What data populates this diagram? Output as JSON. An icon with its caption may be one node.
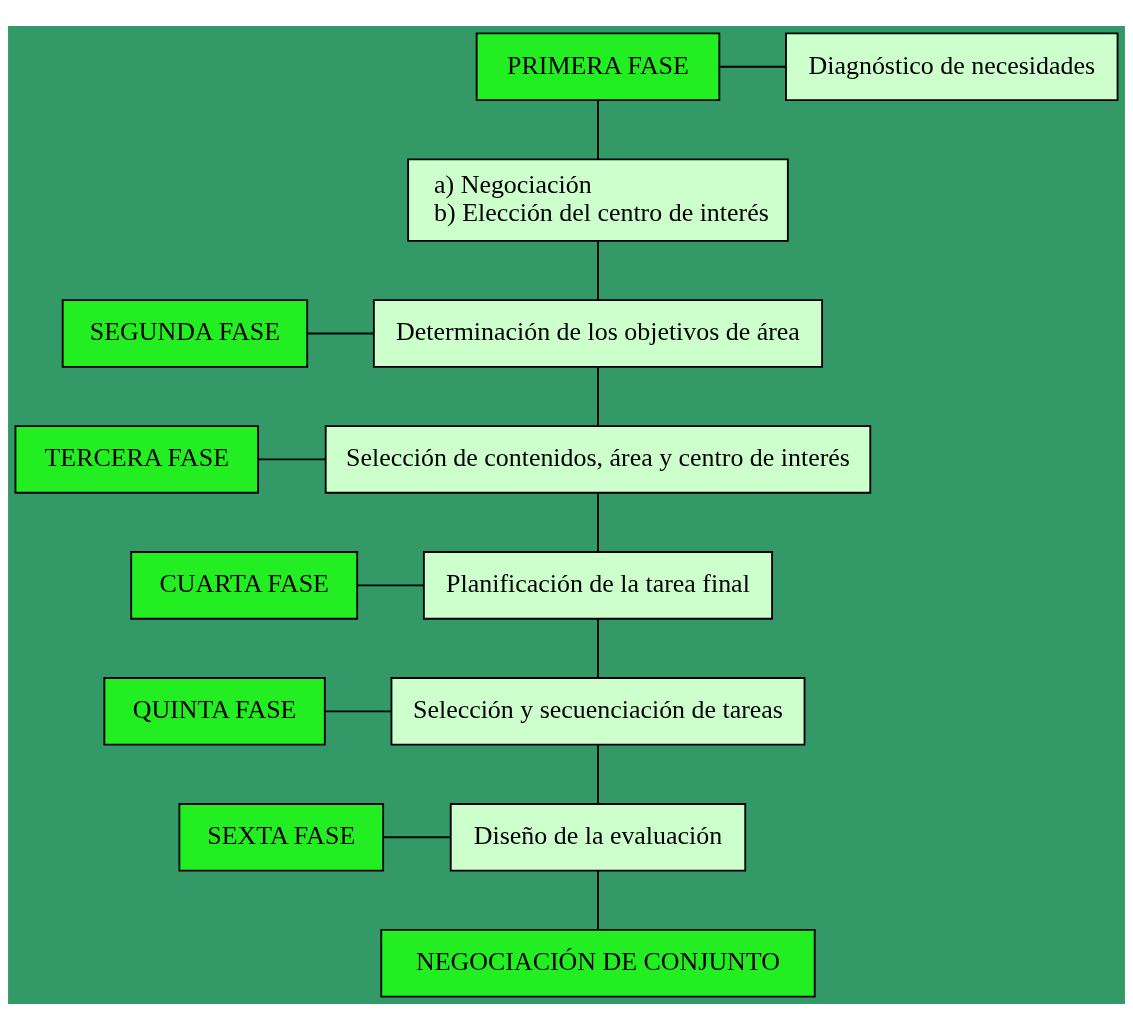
{
  "diagram": {
    "nodes": [
      {
        "text": [
          "Diagnóstico de necesidades"
        ]
      },
      {
        "text": [
          "PRIMERA FASE"
        ]
      },
      {
        "text": [
          "a) Negociación",
          "b) Elección del centro de interés"
        ]
      },
      {
        "text": [
          "SEGUNDA FASE"
        ]
      },
      {
        "text": [
          "Determinación de los objetivos de área"
        ]
      },
      {
        "text": [
          "TERCERA FASE"
        ]
      },
      {
        "text": [
          "Selección de contenidos, área y centro de interés"
        ]
      },
      {
        "text": [
          "CUARTA FASE"
        ]
      },
      {
        "text": [
          "Planificación de la tarea final"
        ]
      },
      {
        "text": [
          "QUINTA FASE"
        ]
      },
      {
        "text": [
          "Selección y secuenciación de tareas"
        ]
      },
      {
        "text": [
          "SEXTA FASE"
        ]
      },
      {
        "text": [
          "Diseño de la evaluación"
        ]
      },
      {
        "text": [
          "NEGOCIACIÓN DE CONJUNTO"
        ]
      }
    ],
    "edges": [
      {
        "from": 1,
        "to": 0,
        "arrow": "none"
      },
      {
        "from": 1,
        "to": 2,
        "arrow": "none"
      },
      {
        "from": 2,
        "to": 4,
        "arrow": "none"
      },
      {
        "from": 3,
        "to": 4,
        "arrow": "none"
      },
      {
        "from": 4,
        "to": 6,
        "arrow": "none"
      },
      {
        "from": 5,
        "to": 6,
        "arrow": "none"
      },
      {
        "from": 6,
        "to": 8,
        "arrow": "none"
      },
      {
        "from": 7,
        "to": 8,
        "arrow": "none"
      },
      {
        "from": 8,
        "to": 10,
        "arrow": "none"
      },
      {
        "from": 9,
        "to": 10,
        "arrow": "none"
      },
      {
        "from": 10,
        "to": 12,
        "arrow": "none"
      },
      {
        "from": 11,
        "to": 12,
        "arrow": "none"
      },
      {
        "from": 12,
        "to": 13,
        "arrow": "none"
      }
    ]
  }
}
